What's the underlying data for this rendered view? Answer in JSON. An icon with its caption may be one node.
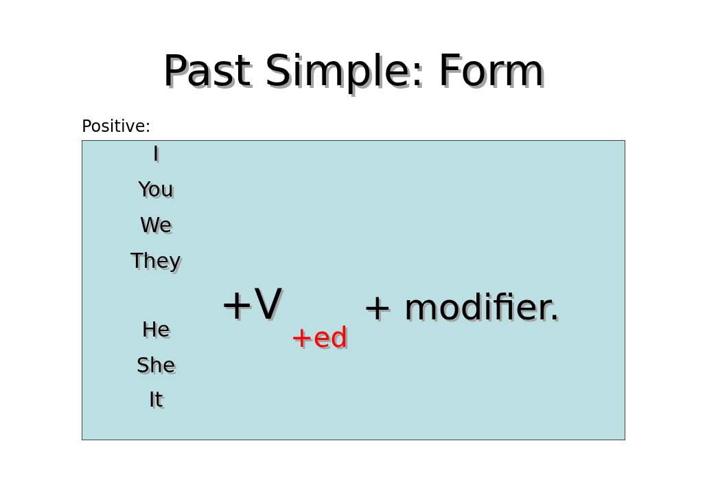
{
  "diagram": {
    "title": "Past Simple: Form",
    "nodes": [
      {
        "text": [
          "Positive:",
          "I",
          "You",
          "We",
          "They",
          "He",
          "She",
          "It",
          "+V",
          "+ed",
          "+ modifier."
        ]
      }
    ]
  }
}
